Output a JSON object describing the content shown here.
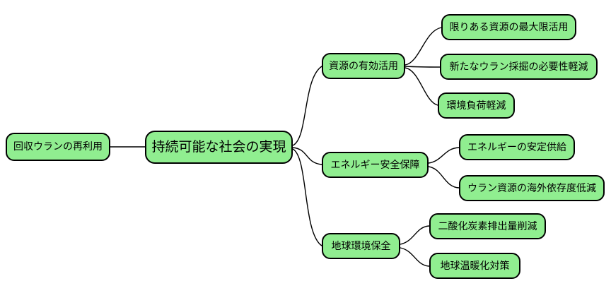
{
  "diagram": {
    "type": "mindmap",
    "direction": "left-to-right",
    "colors": {
      "node_fill": "#90ee90",
      "node_border": "#000000",
      "edge": "#000000",
      "background": "#ffffff"
    },
    "root": {
      "label": "回収ウランの再利用"
    },
    "center": {
      "label": "持続可能な社会の実現"
    },
    "branches": [
      {
        "label": "資源の有効活用",
        "children": [
          "限りある資源の最大限活用",
          "新たなウラン採掘の必要性軽減",
          "環境負荷軽減"
        ]
      },
      {
        "label": "エネルギー安全保障",
        "children": [
          "エネルギーの安定供給",
          "ウラン資源の海外依存度低減"
        ]
      },
      {
        "label": "地球環境保全",
        "children": [
          "二酸化炭素排出量削減",
          "地球温暖化対策"
        ]
      }
    ]
  }
}
